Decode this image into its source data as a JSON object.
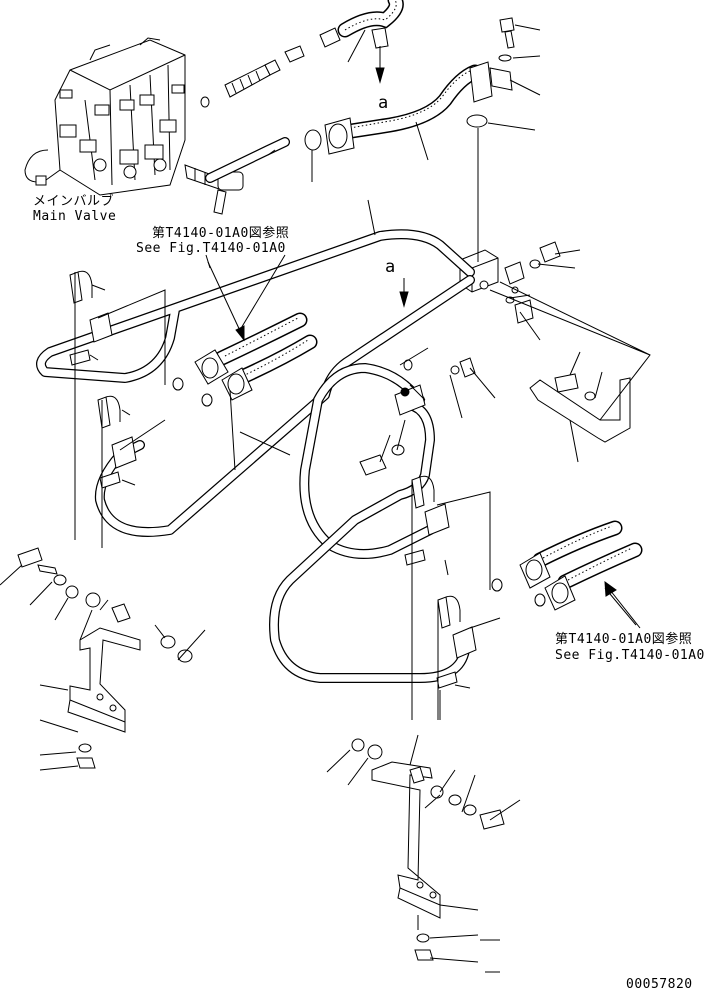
{
  "labels": {
    "main_valve_jp": "メインバルブ",
    "main_valve_en": "Main Valve",
    "ref_top_jp": "第T4140-01A0図参照",
    "ref_top_en": "See Fig.T4140-01A0",
    "ref_right_jp": "第T4140-01A0図参照",
    "ref_right_en": "See Fig.T4140-01A0",
    "arrow_a_top": "a",
    "arrow_a_mid": "a",
    "drawing_number": "00057820"
  }
}
